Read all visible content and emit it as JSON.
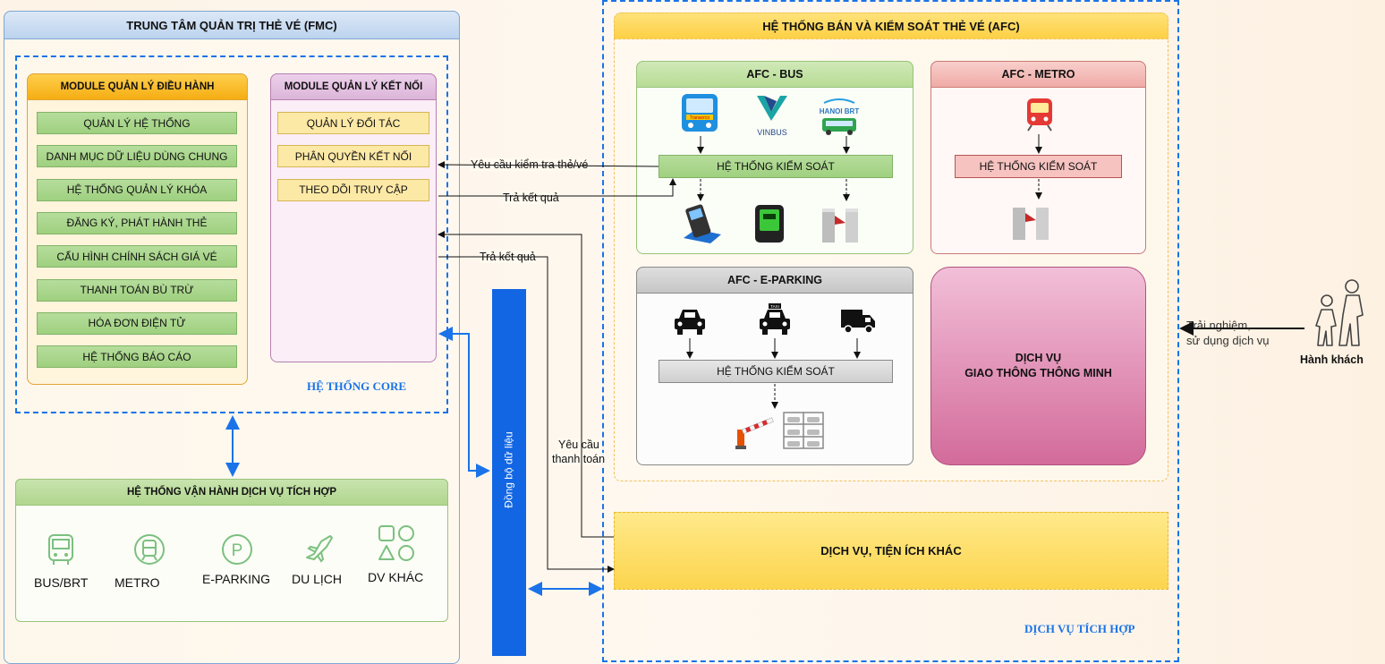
{
  "fmc": {
    "title": "TRUNG TÂM QUẢN TRỊ THẺ VÉ (FMC)"
  },
  "core": {
    "label": "HỆ THỐNG CORE",
    "operations": {
      "title": "MODULE QUẢN LÝ ĐIỀU HÀNH",
      "items": [
        "QUẢN LÝ HỆ THỐNG",
        "DANH MỤC DỮ LIỆU DÙNG CHUNG",
        "HỆ THỐNG QUẢN LÝ KHÓA",
        "ĐĂNG KÝ, PHÁT HÀNH THẺ",
        "CẤU HÌNH CHÍNH SÁCH GIÁ VÉ",
        "THANH TOÁN BÙ TRỪ",
        "HÓA ĐƠN ĐIỆN TỬ",
        "HỆ THỐNG BÁO CÁO"
      ]
    },
    "connection": {
      "title": "MODULE QUẢN LÝ KẾT NỐI",
      "items": [
        "QUẢN LÝ ĐỐI TÁC",
        "PHÂN QUYỀN KẾT NỐI",
        "THEO DÕI TRUY CẬP"
      ]
    }
  },
  "integrated_ops": {
    "title": "HỆ THỐNG VẬN HÀNH DỊCH VỤ TÍCH HỢP",
    "services": [
      "BUS/BRT",
      "METRO",
      "E-PARKING",
      "DU LỊCH",
      "DV KHÁC"
    ]
  },
  "sync_bar": {
    "label": "Đồng bộ dữ liệu"
  },
  "afc": {
    "title": "HỆ THỐNG BÁN VÀ KIỂM SOÁT THẺ VÉ (AFC)",
    "bus": {
      "title": "AFC - BUS",
      "control": "HỆ THỐNG KIỂM SOÁT",
      "logo_vinbus": "VINBUS",
      "logo_hanoibrt": "HANOI BRT",
      "logo_transerco": "Transerco"
    },
    "metro": {
      "title": "AFC - METRO",
      "control": "HỆ THỐNG KIỂM SOÁT"
    },
    "parking": {
      "title": "AFC - E-PARKING",
      "control": "HỆ THỐNG KIỂM SOÁT",
      "taxi_sign": "TAXI"
    },
    "smart": {
      "line1": "DỊCH VỤ",
      "line2": "GIAO THÔNG THÔNG MINH"
    }
  },
  "other_services": {
    "title": "DỊCH VỤ, TIỆN ÍCH KHÁC"
  },
  "integrated_label": "DỊCH VỤ TÍCH HỢP",
  "passenger": {
    "label": "Hành khách",
    "action_line1": "Trải nghiệm,",
    "action_line2": "sử dụng dịch vụ"
  },
  "flows": {
    "check_request": "Yêu cầu kiểm tra thẻ/vé",
    "result1": "Trả kết quả",
    "result2": "Trả kết quả",
    "pay_request_line1": "Yêu cầu",
    "pay_request_line2": "thanh toán"
  },
  "colors": {
    "blue": "#1a73e8",
    "sync": "#1266e3",
    "green": "#82b366",
    "yellow": "#f5c842",
    "red": "#b85450",
    "pink": "#d36b9a"
  }
}
